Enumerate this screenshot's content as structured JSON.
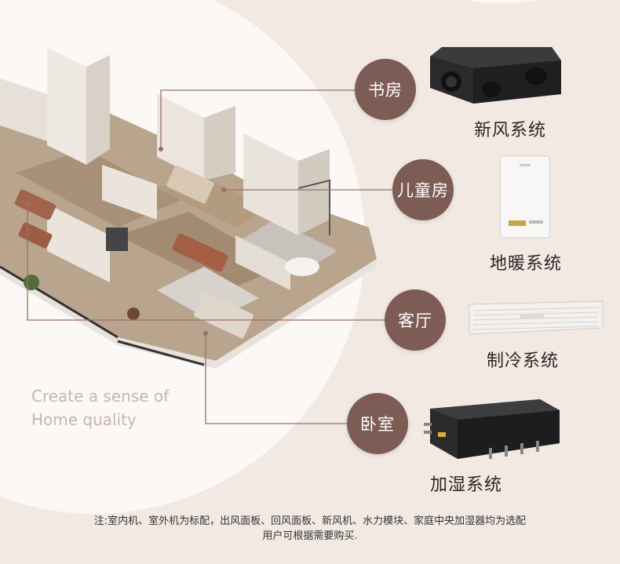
{
  "rooms": [
    {
      "name": "书房",
      "system": "新风系统",
      "device_icon": "fresh-air-unit-icon"
    },
    {
      "name": "儿童房",
      "system": "地暖系统",
      "device_icon": "wall-boiler-icon"
    },
    {
      "name": "客厅",
      "system": "制冷系统",
      "device_icon": "air-vent-panel-icon"
    },
    {
      "name": "卧室",
      "system": "加湿系统",
      "device_icon": "humidifier-unit-icon"
    }
  ],
  "slogan": {
    "line1": "Create a sense of",
    "line2": "Home quality"
  },
  "footnote": {
    "line1": "注:室内机、室外机为标配，出风面板、回风面板、新风机、水力模块、家庭中央加湿器均为选配",
    "line2": "用户可根据需要购买."
  },
  "colors": {
    "background": "#f2e9e3",
    "circle": "#fbf8f5",
    "node": "#7d5c55",
    "leader": "#9a7068"
  }
}
